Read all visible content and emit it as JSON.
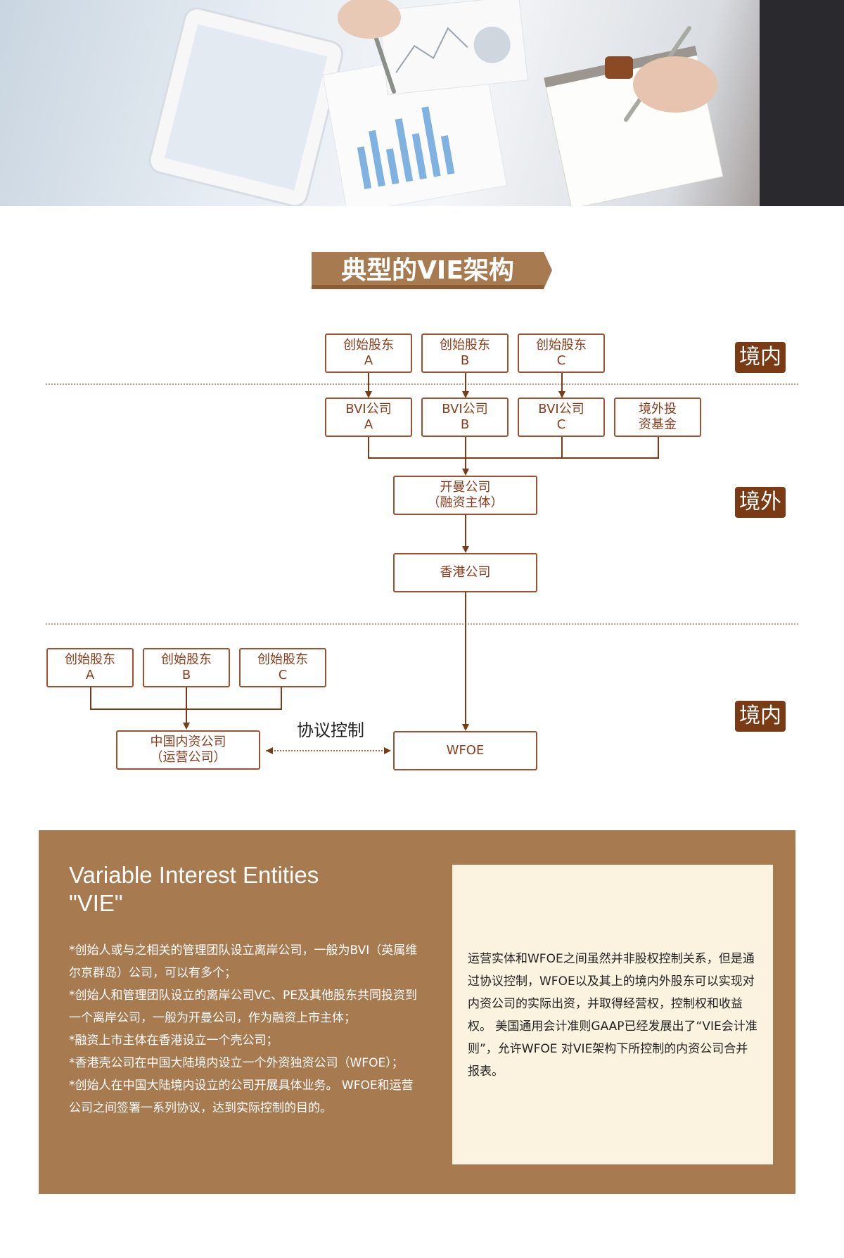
{
  "title": "典型的VIE架构",
  "regions": {
    "domestic_top": "境内",
    "offshore": "境外",
    "domestic_bottom": "境内"
  },
  "offshore_shareholders": [
    {
      "line1": "创始股东",
      "line2": "A"
    },
    {
      "line1": "创始股东",
      "line2": "B"
    },
    {
      "line1": "创始股东",
      "line2": "C"
    }
  ],
  "bvi_companies": [
    {
      "line1": "BVI公司",
      "line2": "A"
    },
    {
      "line1": "BVI公司",
      "line2": "B"
    },
    {
      "line1": "BVI公司",
      "line2": "C"
    }
  ],
  "foreign_fund": {
    "line1": "境外投",
    "line2": "资基金"
  },
  "cayman": {
    "line1": "开曼公司",
    "line2": "（融资主体）"
  },
  "hongkong": {
    "line1": "香港公司"
  },
  "domestic_shareholders": [
    {
      "line1": "创始股东",
      "line2": "A"
    },
    {
      "line1": "创始股东",
      "line2": "B"
    },
    {
      "line1": "创始股东",
      "line2": "C"
    }
  ],
  "domestic_company": {
    "line1": "中国内资公司",
    "line2": "（运营公司）"
  },
  "wfoe": {
    "line1": "WFOE"
  },
  "agreement_label": "协议控制",
  "info": {
    "heading_line1": "Variable Interest Entities",
    "heading_line2": "\"VIE\"",
    "paragraphs": [
      "*创始人或与之相关的管理团队设立离岸公司，一般为BVI（英属维尔京群岛）公司，可以有多个；",
      "*创始人和管理团队设立的离岸公司VC、PE及其他股东共同投资到一个离岸公司，一般为开曼公司，作为融资上市主体；",
      "*融资上市主体在香港设立一个壳公司；",
      "*香港壳公司在中国大陆境内设立一个外资独资公司（WFOE）；",
      "*创始人在中国大陆境内设立的公司开展具体业务。 WFOE和运营公司之间签署一系列协议，达到实际控制的目的。"
    ],
    "note": "运营实体和WFOE之间虽然并非股权控制关系，但是通过协议控制，WFOE以及其上的境内外股东可以实现对内资公司的实际出资，并取得经营权，控制权和收益权。 美国通用会计准则GAAP已经发展出了“VIE会计准则”，允许WFOE 对VIE架构下所控制的内资公司合并报表。"
  },
  "colors": {
    "brand_brown": "#7a3b14",
    "node_border": "#9a5232",
    "panel_bg": "#a77a50",
    "note_bg": "#fbf2df"
  }
}
